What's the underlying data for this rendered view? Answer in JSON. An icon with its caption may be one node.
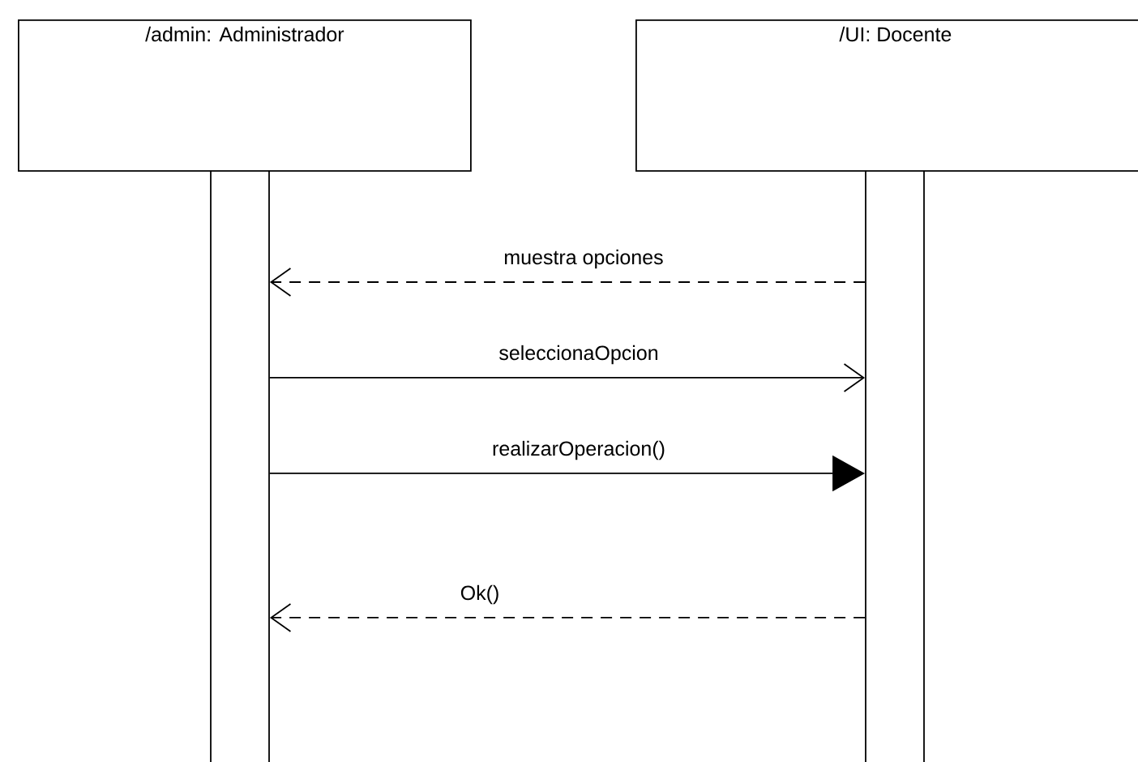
{
  "diagram": {
    "nodes": [
      {
        "text": [
          "/admin: Administrador"
        ]
      },
      {
        "text": [
          "/UI: Docente"
        ]
      },
      {
        "text": [],
        "shape": "bar"
      },
      {
        "text": [],
        "shape": "bar"
      }
    ],
    "edges": [
      {
        "from": 3,
        "to": 2,
        "arrow": "to",
        "label": "muestra opciones",
        "style": "dashed"
      },
      {
        "from": 2,
        "to": 3,
        "arrow": "to",
        "label": "seleccionaOpcion"
      },
      {
        "from": 2,
        "to": 3,
        "arrow": "to",
        "label": "realizarOperacion()"
      },
      {
        "from": 3,
        "to": 2,
        "arrow": "to",
        "label": "Ok()",
        "style": "dashed"
      }
    ]
  }
}
